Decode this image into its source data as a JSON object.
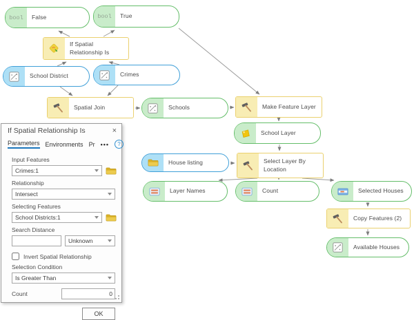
{
  "diagram": {
    "nodes": {
      "false_var": {
        "badge": "bool",
        "label": "False"
      },
      "true_var": {
        "badge": "bool",
        "label": "True"
      },
      "if_tool": {
        "label": "If Spatial Relationship Is"
      },
      "school_district": {
        "label": "School District"
      },
      "crimes": {
        "label": "Crimes"
      },
      "spatial_join": {
        "label": "Spatial Join"
      },
      "schools": {
        "label": "Schools"
      },
      "make_feature_layer": {
        "label": "Make Feature Layer"
      },
      "school_layer": {
        "label": "School Layer"
      },
      "house_listing": {
        "label": "House listing"
      },
      "select_layer_by_location": {
        "label": "Select Layer By Location"
      },
      "layer_names": {
        "label": "Layer Names"
      },
      "count_var": {
        "label": "Count"
      },
      "selected_houses": {
        "label": "Selected Houses"
      },
      "copy_features": {
        "label": "Copy Features (2)"
      },
      "available_houses": {
        "label": "Available Houses"
      }
    }
  },
  "dialog": {
    "title": "If Spatial Relationship Is",
    "close": "×",
    "tabs": [
      "Parameters",
      "Environments",
      "Pr"
    ],
    "overflow": "•••",
    "help": "?",
    "fields": {
      "input_features": {
        "label": "Input Features",
        "value": "Crimes:1"
      },
      "relationship": {
        "label": "Relationship",
        "value": "Intersect"
      },
      "selecting_features": {
        "label": "Selecting Features",
        "value": "School Districts:1"
      },
      "search_distance": {
        "label": "Search Distance",
        "value": "",
        "unit": "Unknown"
      },
      "invert": {
        "label": "Invert Spatial Relationship",
        "checked": false
      },
      "selection_condition": {
        "label": "Selection Condition",
        "value": "Is Greater Than"
      },
      "count": {
        "label": "Count",
        "value": "0"
      }
    },
    "ok_label": "OK"
  },
  "colors": {
    "data_green_border": "#63bd68",
    "data_green_fill": "#c9ecca",
    "data_blue_border": "#3f9fd8",
    "data_blue_fill": "#aee0f6",
    "tool_yellow_border": "#ead06e",
    "tool_yellow_fill": "#f8edb4",
    "connector_gray": "#9a9a9a",
    "tab_accent_blue": "#1a75bb"
  }
}
